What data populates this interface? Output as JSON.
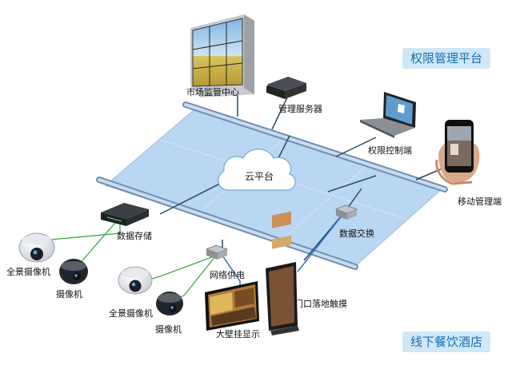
{
  "badges": {
    "top_right": "权限管理平台",
    "bottom_right": "线下餐饮酒店"
  },
  "labels": {
    "monitor_center": "市场监管中心",
    "mgmt_server": "管理服务器",
    "permission_terminal": "权限控制端",
    "mobile_terminal": "移动管理端",
    "cloud_platform": "云平台",
    "data_storage": "数据存储",
    "data_switch": "数据交换",
    "network_power": "网络供电",
    "panoramic_camera_1": "全景摄像机",
    "camera_1": "摄像机",
    "panoramic_camera_2": "全景摄像机",
    "camera_2": "摄像机",
    "wall_display": "大壁挂显示",
    "floor_touch": "门口落地触摸"
  },
  "colors": {
    "platform_fill": "#b9d6f2",
    "rail": "#8fb0cf",
    "badge_bg": "#cfe7f7",
    "badge_text": "#1a6fb5",
    "link_green": "#3aa845",
    "link_blue": "#2f6fc4"
  },
  "icons": [
    "video-wall-icon",
    "server-icon",
    "laptop-icon",
    "smartphone-icon",
    "cloud-icon",
    "storage-device-icon",
    "network-switch-icon",
    "dome-camera-icon",
    "ptz-camera-icon",
    "wall-display-icon",
    "kiosk-icon"
  ]
}
